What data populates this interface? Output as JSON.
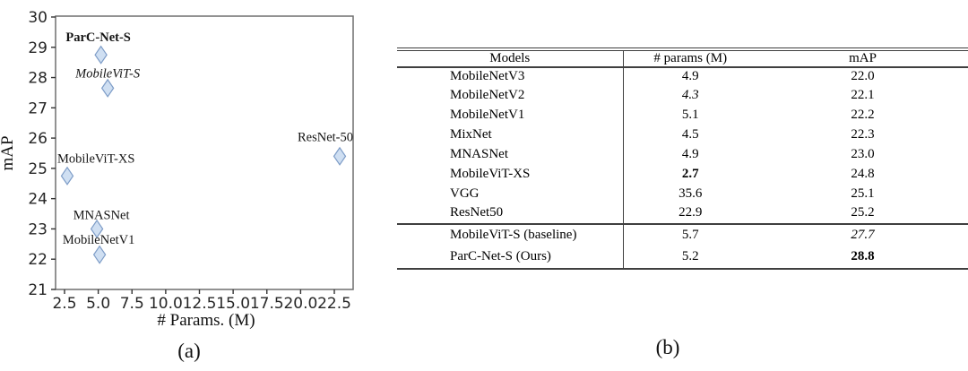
{
  "figure": {
    "caption_a": "(a)",
    "caption_b": "(b)"
  },
  "chart_data": [
    {
      "type": "scatter",
      "title": "",
      "xlabel": "# Params. (M)",
      "ylabel": "mAP",
      "xlim": [
        1.8,
        24.0
      ],
      "ylim": [
        21,
        30
      ],
      "xticks": [
        2.5,
        5.0,
        7.5,
        10.0,
        12.5,
        15.0,
        17.5,
        20.0,
        22.5
      ],
      "xtick_labels": [
        "2.5",
        "5.0",
        "7.5",
        "10.0",
        "12.5",
        "15.0",
        "17.5",
        "20.0",
        "22.5"
      ],
      "yticks": [
        21,
        22,
        23,
        24,
        25,
        26,
        27,
        28,
        29,
        30
      ],
      "ytick_labels": [
        "21",
        "22",
        "23",
        "24",
        "25",
        "26",
        "27",
        "28",
        "29",
        "30"
      ],
      "grid": false,
      "legend": "none",
      "marker": "thin-diamond",
      "colors": {
        "marker_fill": "#cfdff2",
        "marker_stroke": "#7d9cc7",
        "spine": "#6e6e6e",
        "tick_text": "#262626"
      },
      "points": [
        {
          "label": "ParC-Net-S",
          "x": 5.2,
          "y": 28.75,
          "label_style": "bold",
          "label_anchor": "middle",
          "label_dx": -3,
          "label_dy": -15
        },
        {
          "label": "MobileViT-S",
          "x": 5.7,
          "y": 27.65,
          "label_style": "italic",
          "label_anchor": "middle",
          "label_dx": 0,
          "label_dy": -12
        },
        {
          "label": "MobileViT-XS",
          "x": 2.7,
          "y": 24.75,
          "label_style": "normal",
          "label_anchor": "start",
          "label_dx": -11,
          "label_dy": -15
        },
        {
          "label": "MNASNet",
          "x": 4.9,
          "y": 23.0,
          "label_style": "normal",
          "label_anchor": "middle",
          "label_dx": 5,
          "label_dy": -11
        },
        {
          "label": "MobileNetV1",
          "x": 5.1,
          "y": 22.15,
          "label_style": "normal",
          "label_anchor": "middle",
          "label_dx": -1,
          "label_dy": -12
        },
        {
          "label": "ResNet-50",
          "x": 22.9,
          "y": 25.4,
          "label_style": "normal",
          "label_anchor": "middle",
          "label_dx": -16,
          "label_dy": -17
        }
      ]
    },
    {
      "type": "table",
      "title": "",
      "columns": [
        "Models",
        "# params (M)",
        "mAP"
      ],
      "rows": [
        {
          "model": "MobileNetV3",
          "params": "4.9",
          "map": "22.0",
          "params_style": "normal",
          "map_style": "normal",
          "group": "main"
        },
        {
          "model": "MobileNetV2",
          "params": "4.3",
          "map": "22.1",
          "params_style": "italic",
          "map_style": "normal",
          "group": "main"
        },
        {
          "model": "MobileNetV1",
          "params": "5.1",
          "map": "22.2",
          "params_style": "normal",
          "map_style": "normal",
          "group": "main"
        },
        {
          "model": "MixNet",
          "params": "4.5",
          "map": "22.3",
          "params_style": "normal",
          "map_style": "normal",
          "group": "main"
        },
        {
          "model": "MNASNet",
          "params": "4.9",
          "map": "23.0",
          "params_style": "normal",
          "map_style": "normal",
          "group": "main"
        },
        {
          "model": "MobileViT-XS",
          "params": "2.7",
          "map": "24.8",
          "params_style": "bold",
          "map_style": "normal",
          "group": "main"
        },
        {
          "model": "VGG",
          "params": "35.6",
          "map": "25.1",
          "params_style": "normal",
          "map_style": "normal",
          "group": "main"
        },
        {
          "model": "ResNet50",
          "params": "22.9",
          "map": "25.2",
          "params_style": "normal",
          "map_style": "normal",
          "group": "main"
        },
        {
          "model": "MobileViT-S (baseline)",
          "params": "5.7",
          "map": "27.7",
          "params_style": "normal",
          "map_style": "italic",
          "group": "bottom"
        },
        {
          "model": "ParC-Net-S (Ours)",
          "params": "5.2",
          "map": "28.8",
          "params_style": "normal",
          "map_style": "bold",
          "group": "bottom"
        }
      ]
    }
  ]
}
